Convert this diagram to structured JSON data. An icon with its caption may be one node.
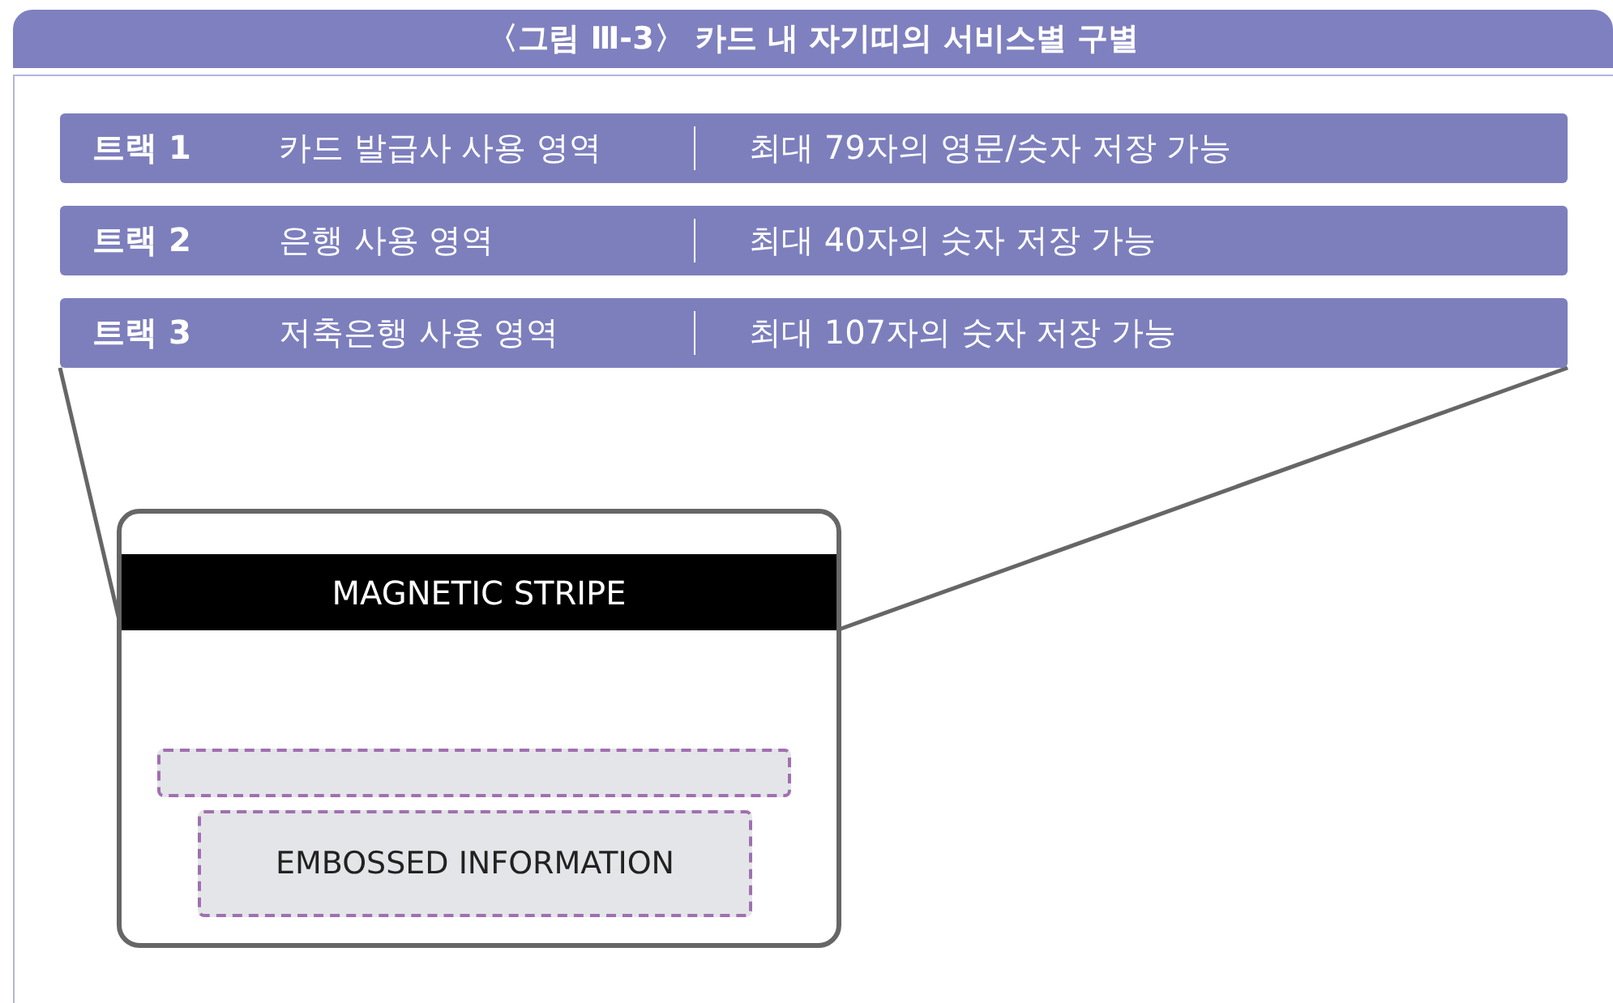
{
  "diagram": {
    "title": "〈그림 Ⅲ-3〉 카드 내 자기띠의 서비스별 구별",
    "nodes": [
      {
        "text": [
          "트랙 1",
          "카드 발급사 사용 영역",
          "최대 79자의 영문/숫자 저장 가능"
        ]
      },
      {
        "text": [
          "트랙 2",
          "은행 사용 영역",
          "최대 40자의 숫자 저장 가능"
        ]
      },
      {
        "text": [
          "트랙 3",
          "저축은행 사용 영역",
          "최대 107자의 숫자 저장 가능"
        ]
      },
      {
        "text": [],
        "shape": "box"
      },
      {
        "text": [
          "MAGNETIC STRIPE"
        ],
        "in": 3
      },
      {
        "text": [],
        "shape": "box",
        "in": 3
      },
      {
        "text": [
          "EMBOSSED INFORMATION"
        ],
        "in": 3
      }
    ],
    "edges": [
      {
        "from": 2,
        "to": 4,
        "arrow": "none"
      },
      {
        "from": 2,
        "to": 4,
        "arrow": "none"
      }
    ]
  }
}
